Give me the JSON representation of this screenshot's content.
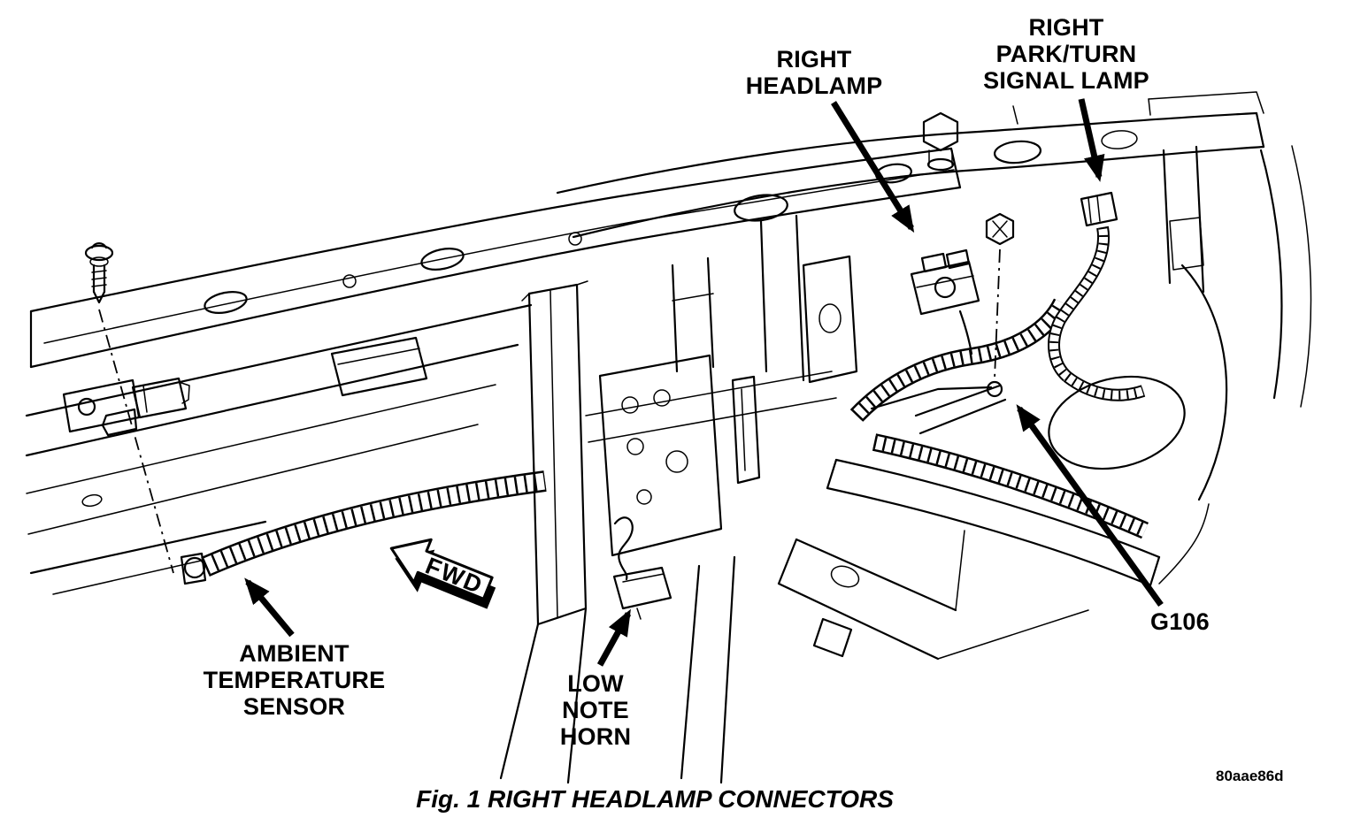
{
  "figure": {
    "caption": "Fig. 1 RIGHT HEADLAMP CONNECTORS",
    "code": "80aae86d",
    "fwd_label": "FWD"
  },
  "callouts": {
    "right_headlamp": {
      "lines": [
        "RIGHT",
        "HEADLAMP"
      ]
    },
    "right_park_turn_signal_lamp": {
      "lines": [
        "RIGHT",
        "PARK/TURN",
        "SIGNAL LAMP"
      ]
    },
    "ambient_temperature_sensor": {
      "lines": [
        "AMBIENT",
        "TEMPERATURE",
        "SENSOR"
      ]
    },
    "low_note_horn": {
      "lines": [
        "LOW",
        "NOTE",
        "HORN"
      ]
    },
    "ground_g106": {
      "label": "G106"
    }
  },
  "colors": {
    "ink": "#000000",
    "background": "#ffffff"
  }
}
